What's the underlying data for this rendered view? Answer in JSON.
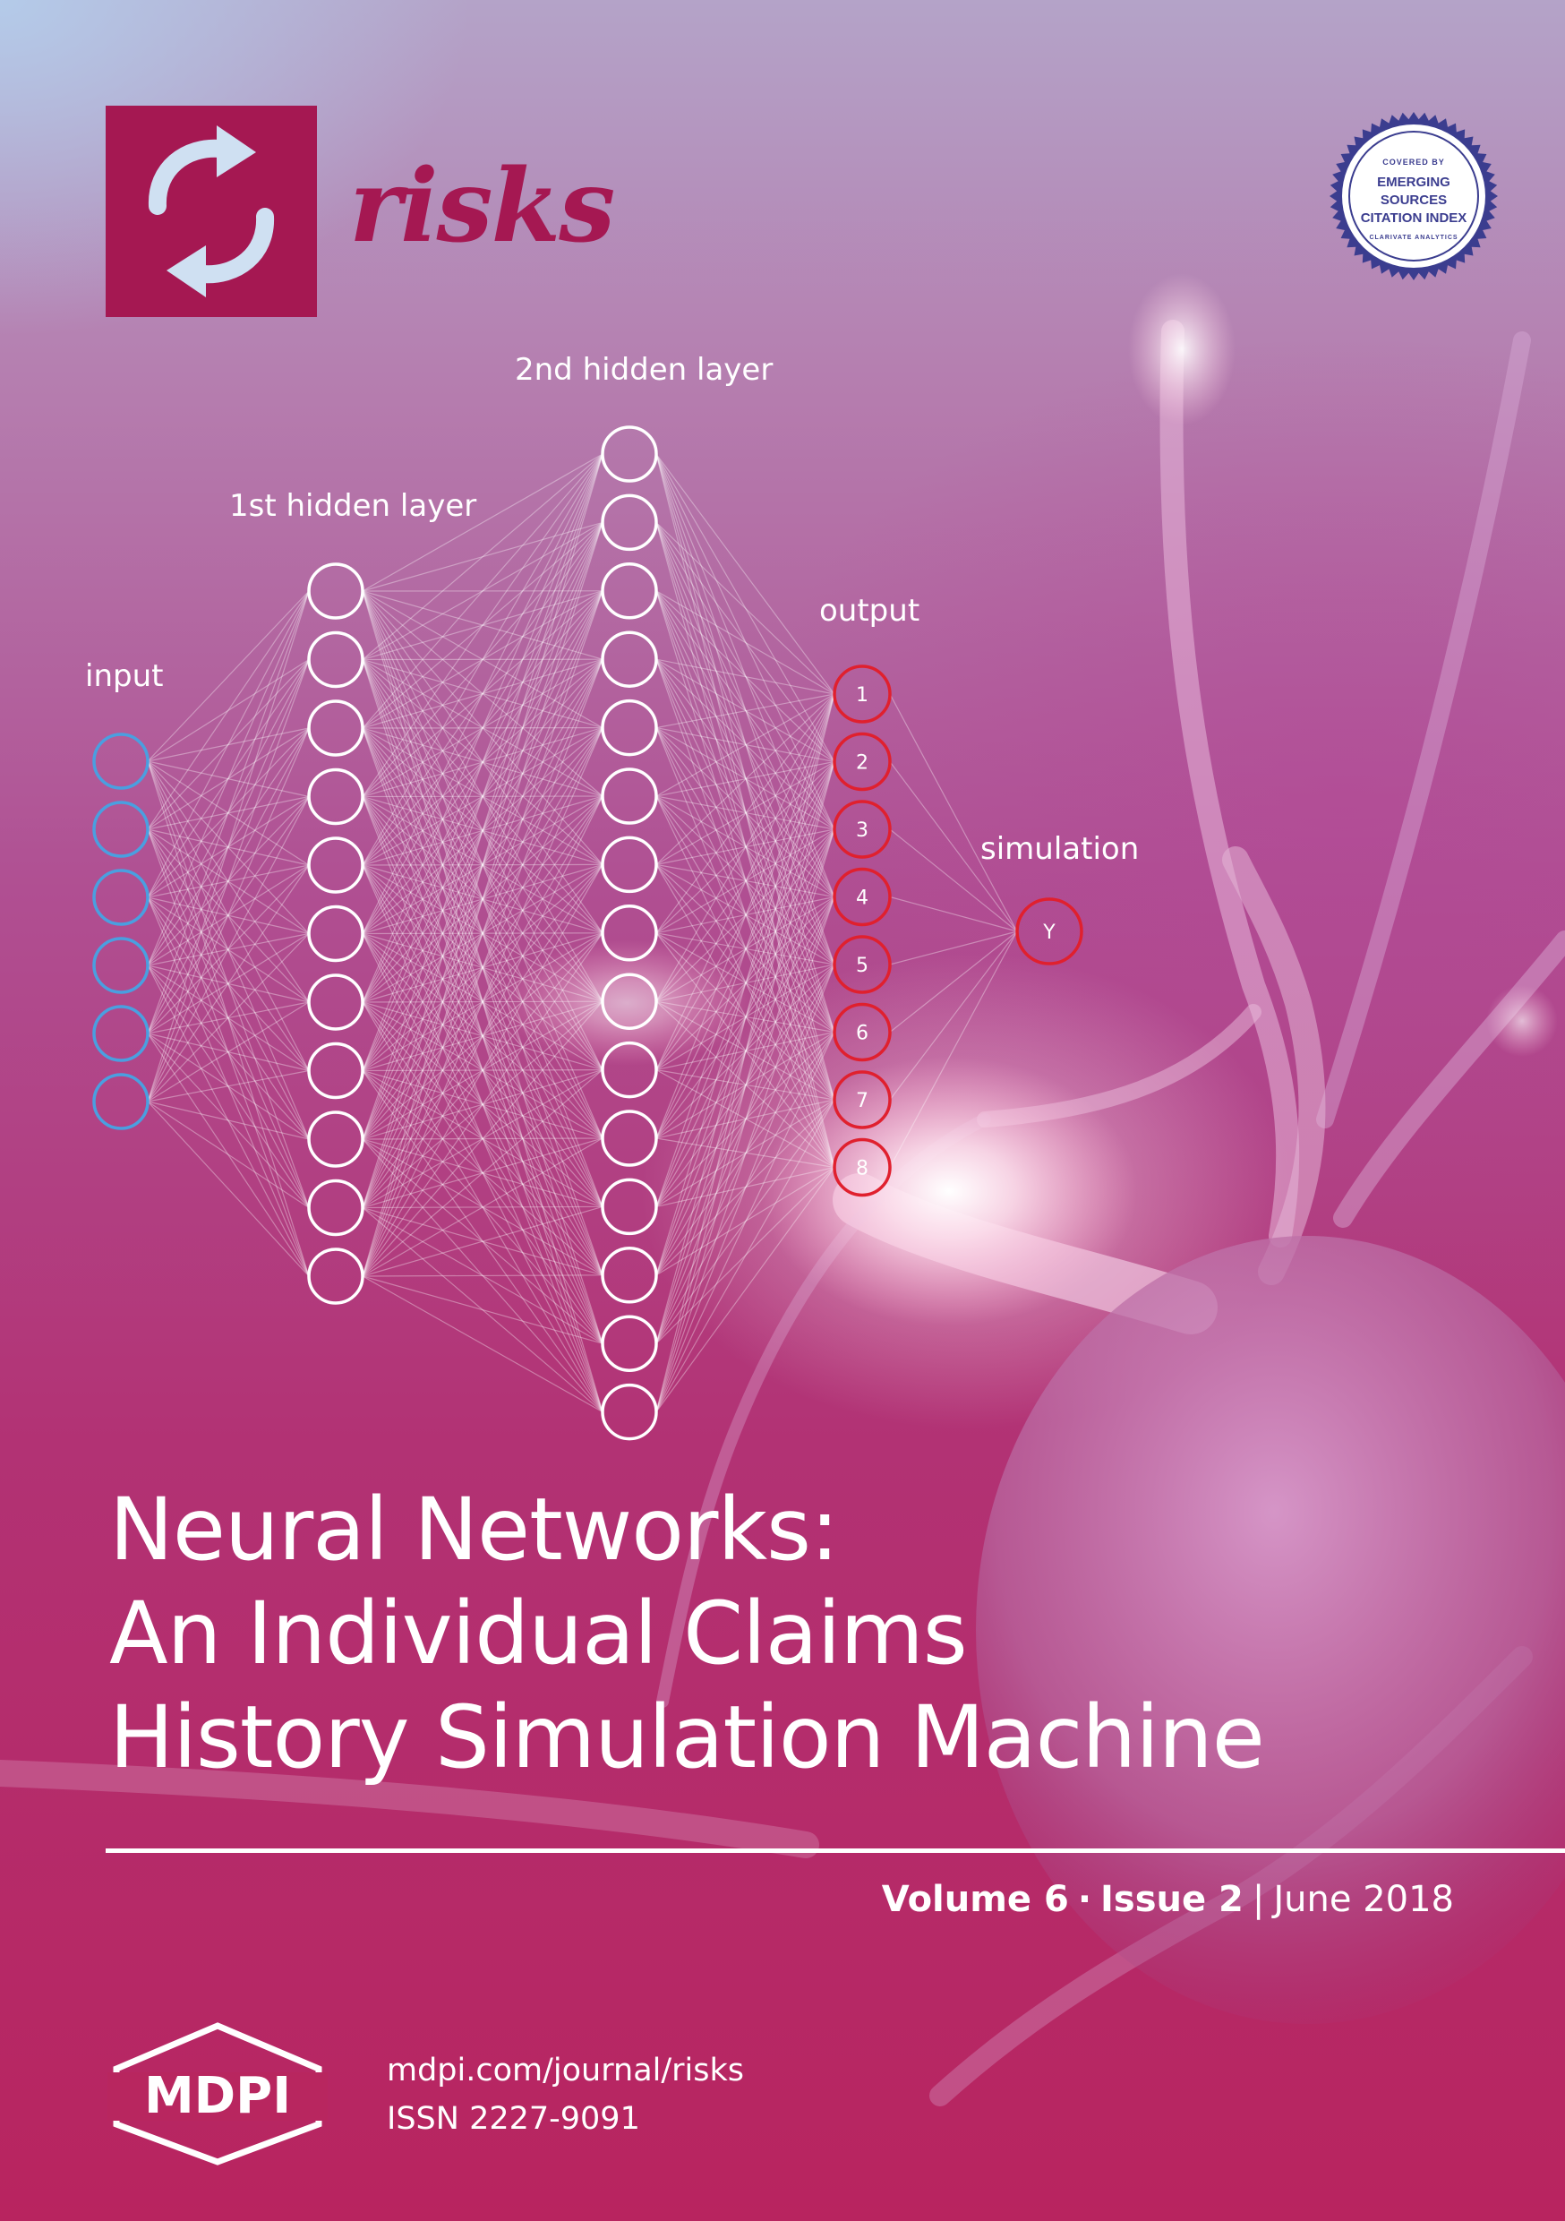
{
  "journal": {
    "name": "risks",
    "brand_color": "#a51852"
  },
  "badge": {
    "covered_by": "COVERED BY",
    "lines": [
      "EMERGING",
      "SOURCES",
      "CITATION INDEX"
    ],
    "bottom": "CLARIVATE ANALYTICS",
    "color": "#3b3d8f"
  },
  "network": {
    "labels": {
      "input": "input",
      "hidden1": "1st hidden layer",
      "hidden2": "2nd hidden layer",
      "output": "output",
      "simulation": "simulation"
    },
    "input_count": 6,
    "hidden1_count": 11,
    "hidden2_count": 15,
    "output_nodes": [
      "1",
      "2",
      "3",
      "4",
      "5",
      "6",
      "7",
      "8"
    ],
    "simulation_node": "Y",
    "colors": {
      "input": "#4a9fe0",
      "hidden": "#ffffff",
      "output": "#e0202e"
    }
  },
  "title_lines": [
    "Neural Networks:",
    "An Individual Claims",
    "History Simulation Machine"
  ],
  "issue": {
    "volume": "Volume 6",
    "issue": "Issue 2",
    "date": "June 2018"
  },
  "publisher": {
    "name": "MDPI",
    "url": "mdpi.com/journal/risks",
    "issn": "ISSN 2227-9091"
  }
}
